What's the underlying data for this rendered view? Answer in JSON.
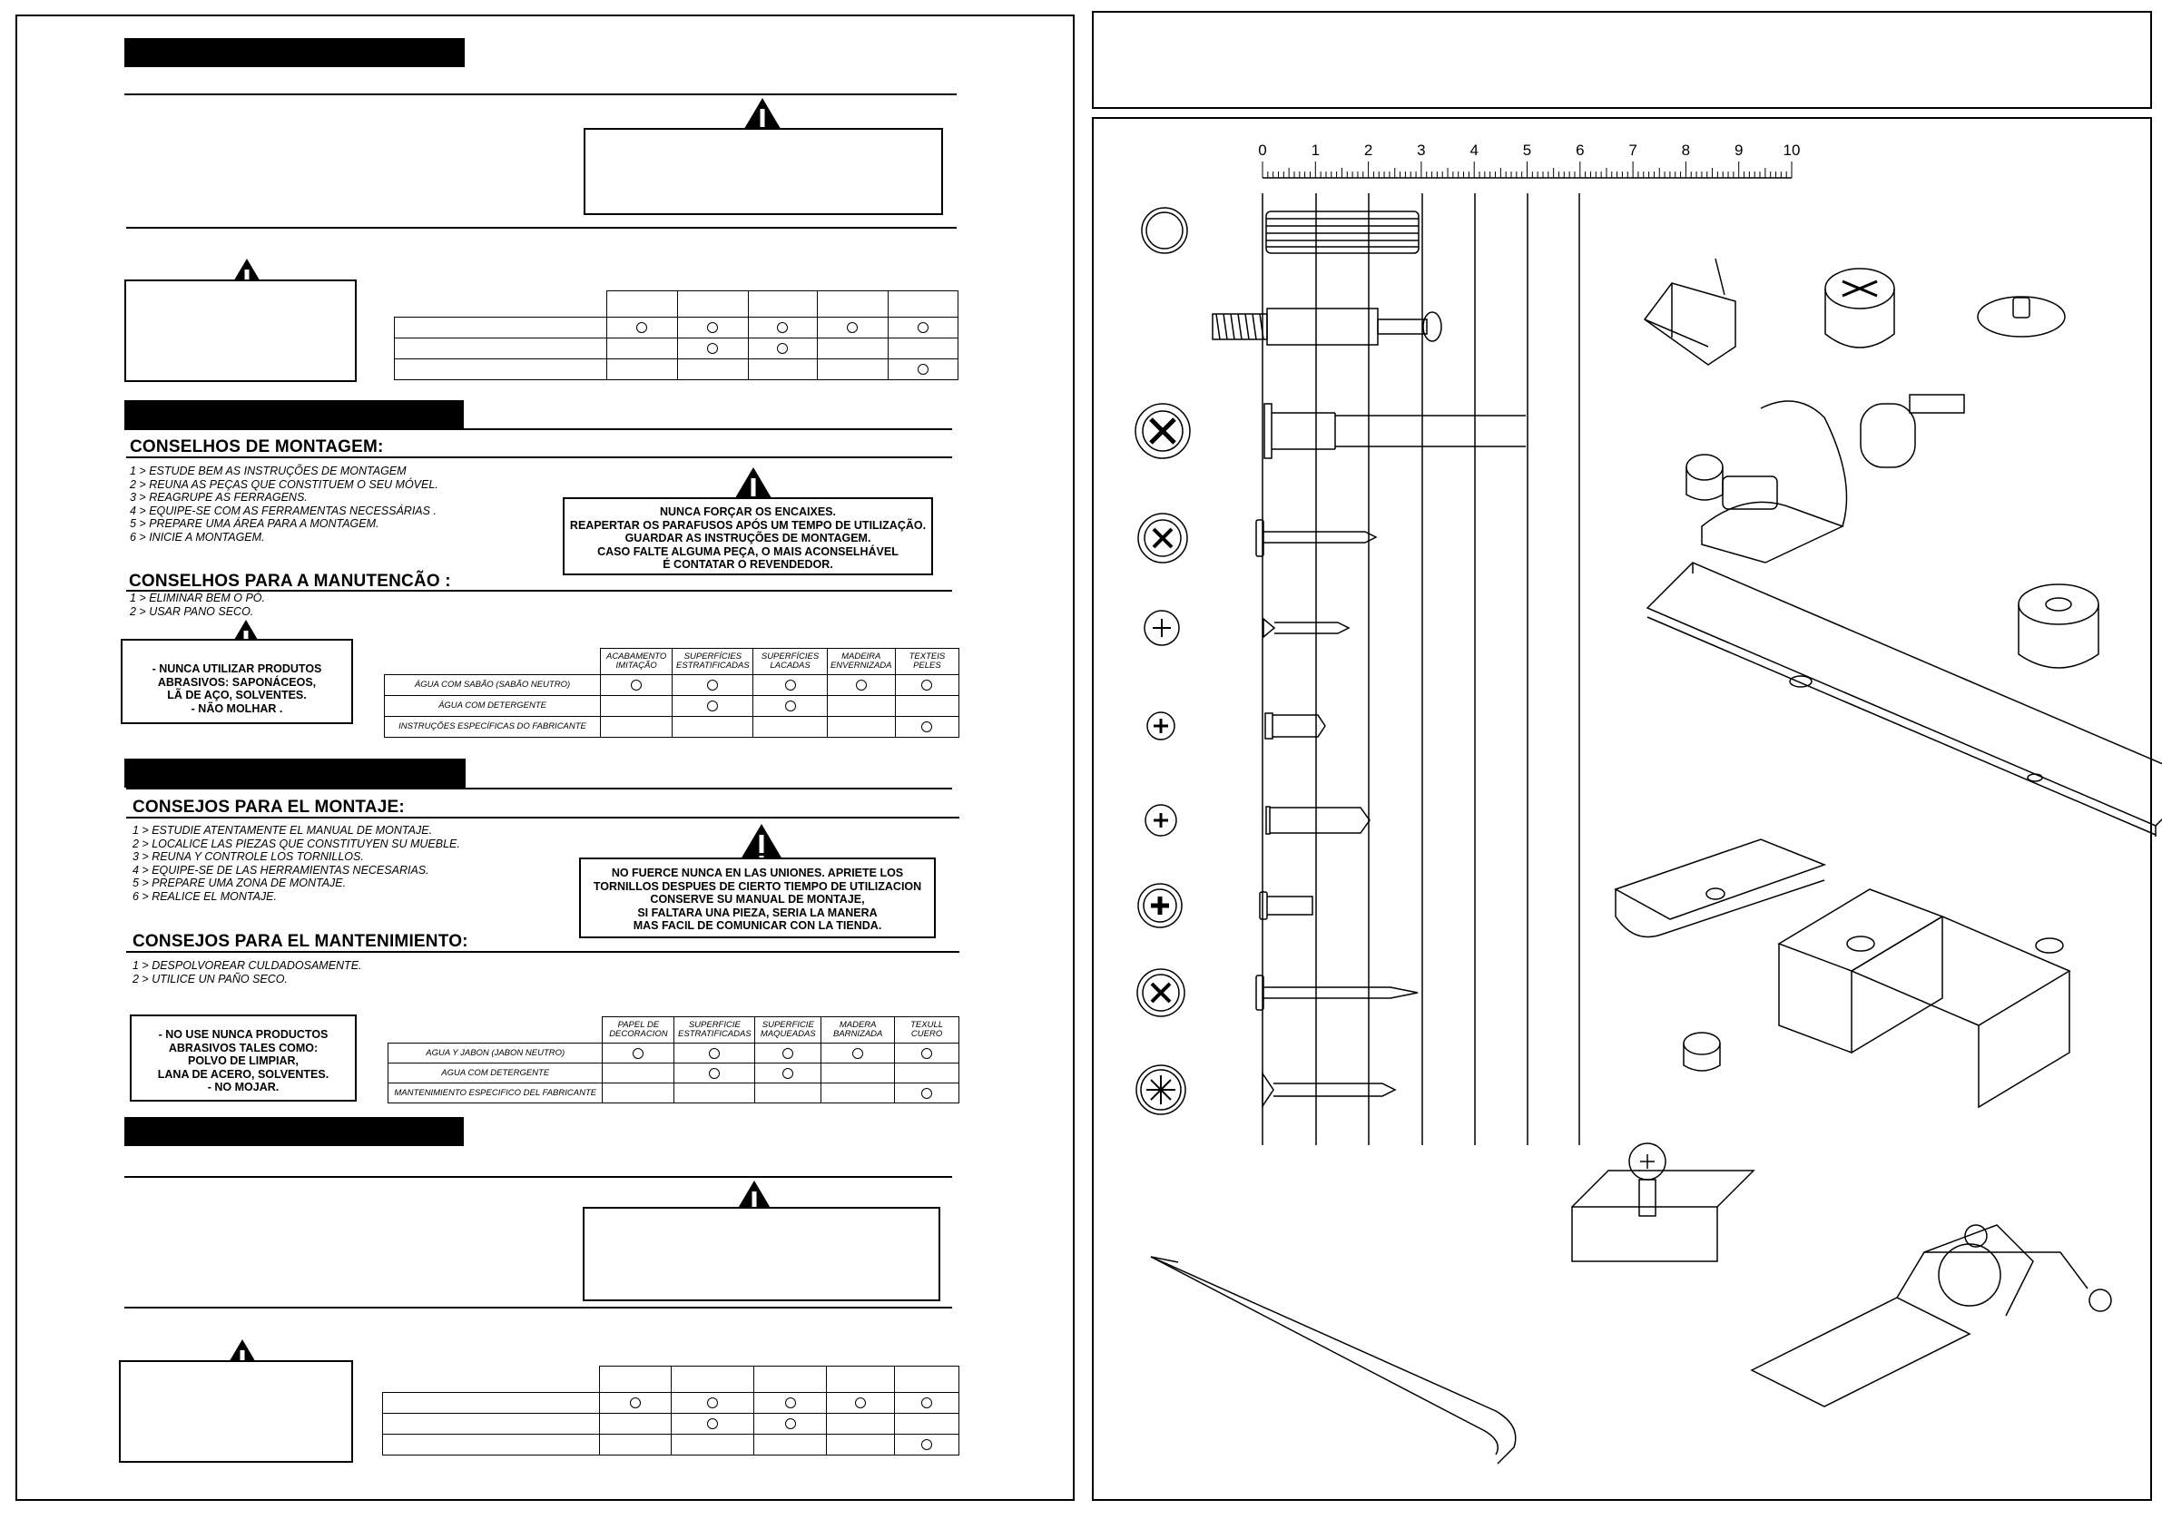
{
  "section_pt": {
    "heading_assembly": "CONSELHOS DE MONTAGEM:",
    "assembly_steps": [
      "1 > ESTUDE BEM AS INSTRUÇÕES DE MONTAGEM",
      "2 > REUNA AS PEÇAS QUE CONSTITUEM O SEU MÓVEL.",
      "3 > REAGRUPE AS FERRAGENS.",
      "4 > EQUIPE-SE COM AS FERRAMENTAS NECESSÁRIAS .",
      "5 > PREPARE UMA ÁREA PARA A  MONTAGEM.",
      "6 > INICIE A  MONTAGEM."
    ],
    "warning_lines": [
      "NUNCA FORÇAR OS ENCAIXES.",
      "REAPERTAR OS PARAFUSOS APÓS UM TEMPO DE UTILIZAÇÃO.",
      "GUARDAR AS INSTRUÇÕES DE MONTAGEM.",
      "CASO FALTE ALGUMA PEÇA, O MAIS ACONSELHÁVEL",
      "É CONTATAR O REVENDEDOR."
    ],
    "heading_maintenance": "CONSELHOS PARA A MANUTENCÃO :",
    "maintenance_steps": [
      "1 > ELIMINAR BEM O PÓ.",
      "2 > USAR PANO SECO."
    ],
    "caution_lines": [
      "- NUNCA UTILIZAR PRODUTOS",
      "ABRASIVOS: SAPONÁCEOS,",
      "LÃ DE AÇO, SOLVENTES.",
      "- NÃO MOLHAR ."
    ],
    "table": {
      "columns": [
        [
          "ACABAMENTO",
          "IMITAÇÃO"
        ],
        [
          "SUPERFÍCIES",
          "ESTRATIFICADAS"
        ],
        [
          "SUPERFÍCIES",
          "LACADAS"
        ],
        [
          "MADEIRA",
          "ENVERNIZADA"
        ],
        [
          "TEXTEIS",
          "PELES"
        ]
      ],
      "rows": [
        {
          "label": "ÁGUA COM SABÃO (SABÃO NEUTRO)",
          "marks": [
            true,
            true,
            true,
            true,
            true
          ]
        },
        {
          "label": "ÁGUA COM DETERGENTE",
          "marks": [
            false,
            true,
            true,
            false,
            false
          ]
        },
        {
          "label": "INSTRUÇÕES ESPECÍFICAS DO FABRICANTE",
          "marks": [
            false,
            false,
            false,
            false,
            true
          ]
        }
      ]
    }
  },
  "section_es": {
    "heading_assembly": "CONSEJOS PARA EL MONTAJE:",
    "assembly_steps": [
      "1 > ESTUDIE ATENTAMENTE EL MANUAL DE MONTAJE.",
      "2 > LOCALICE LAS PIEZAS QUE CONSTITUYEN SU MUEBLE.",
      "3 > REUNA Y CONTROLE LOS TORNILLOS.",
      "4 > EQUIPE-SE DE LAS HERRAMIENTAS NECESARIAS.",
      "5 > PREPARE UMA ZONA DE MONTAJE.",
      "6 > REALICE EL MONTAJE."
    ],
    "warning_lines": [
      "NO FUERCE NUNCA EN LAS UNIONES. APRIETE LOS",
      "TORNILLOS DESPUES DE CIERTO TIEMPO DE UTILIZACION",
      "CONSERVE SU MANUAL DE MONTAJE,",
      "SI FALTARA UNA PIEZA, SERIA LA MANERA",
      "MAS FACIL DE COMUNICAR CON LA TIENDA."
    ],
    "heading_maintenance": "CONSEJOS PARA EL MANTENIMIENTO:",
    "maintenance_steps": [
      "1 > DESPOLVOREAR CULDADOSAMENTE.",
      "2 > UTILICE UN PAÑO SECO."
    ],
    "caution_lines": [
      "- NO USE NUNCA PRODUCTOS",
      "ABRASIVOS TALES COMO:",
      "POLVO DE LIMPIAR,",
      "LANA DE ACERO, SOLVENTES.",
      "- NO MOJAR."
    ],
    "table": {
      "columns": [
        [
          "PAPEL DE",
          "DECORACION"
        ],
        [
          "SUPERFICIE",
          "ESTRATIFICADAS"
        ],
        [
          "SUPERFICIE",
          "MAQUEADAS"
        ],
        [
          "MADERA",
          "BARNIZADA"
        ],
        [
          "TEXULL",
          "CUERO"
        ]
      ],
      "rows": [
        {
          "label": "AGUA Y JABON (JABON NEUTRO)",
          "marks": [
            true,
            true,
            true,
            true,
            true
          ]
        },
        {
          "label": "AGUA COM DETERGENTE",
          "marks": [
            false,
            true,
            true,
            false,
            false
          ]
        },
        {
          "label": "MANTENIMIENTO ESPECIFICO DEL FABRICANTE",
          "marks": [
            false,
            false,
            false,
            false,
            true
          ]
        }
      ]
    }
  },
  "empty_tables": {
    "top": {
      "marks": [
        [
          true,
          true,
          true,
          true,
          true
        ],
        [
          false,
          true,
          true,
          false,
          false
        ],
        [
          false,
          false,
          false,
          false,
          true
        ]
      ]
    },
    "bottom": {
      "marks": [
        [
          true,
          true,
          true,
          true,
          true
        ],
        [
          false,
          true,
          true,
          false,
          false
        ],
        [
          false,
          false,
          false,
          false,
          true
        ]
      ]
    }
  },
  "ruler": {
    "labels": [
      "0",
      "1",
      "2",
      "3",
      "4",
      "5",
      "6",
      "7",
      "8",
      "9",
      "10"
    ]
  }
}
